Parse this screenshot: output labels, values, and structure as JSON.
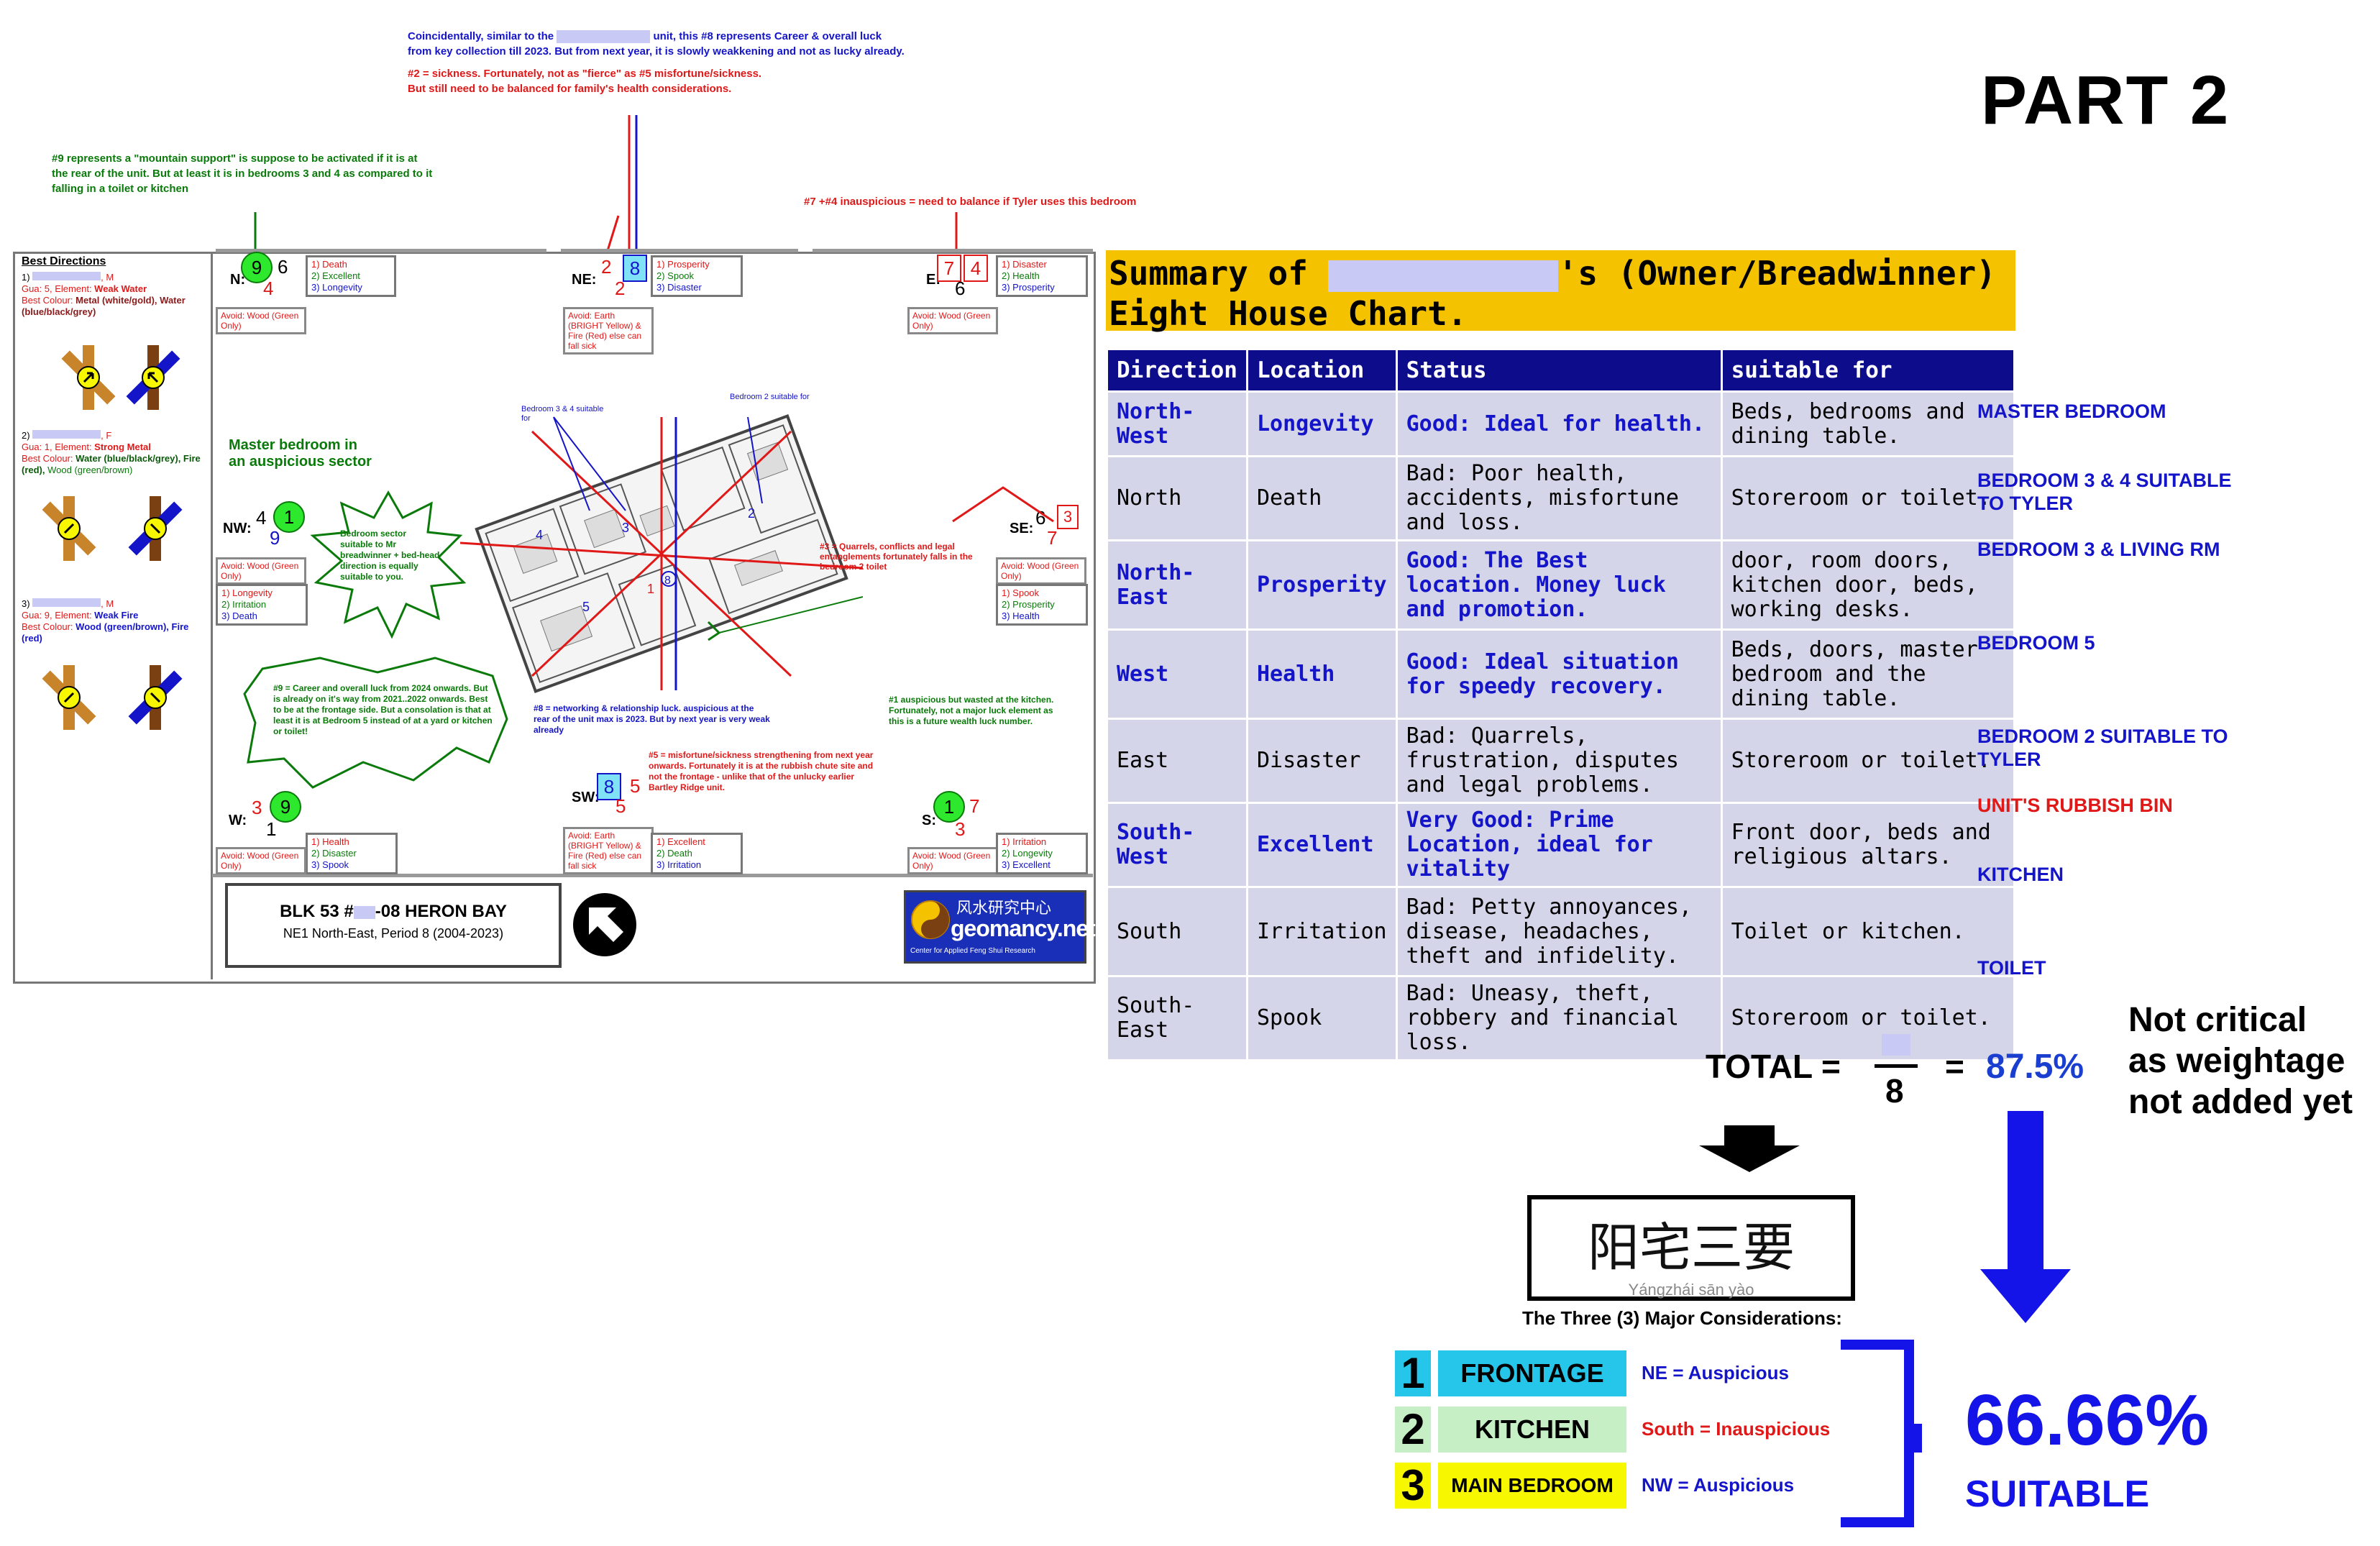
{
  "part_title": "PART 2",
  "top_notes": {
    "career_line1": "Coincidentally, similar to the",
    "career_line1b": "unit, this #8 represents Career & overall luck",
    "career_line2": "from key collection till 2023. But from next year, it is slowly weakkening and not as lucky already.",
    "sick_line1": "#2 = sickness. Fortunately, not as \"fierce\" as #5 misfortune/sickness.",
    "sick_line2": "But still need to be balanced for family's health considerations.",
    "mountain": "#9 represents a \"mountain support\" is suppose to be activated if it is at the rear of the unit. But at least it is in bedrooms 3 and 4  as compared to it falling in a toilet or kitchen",
    "seven_four": "#7 +#4 inauspicious = need to balance if Tyler uses this bedroom"
  },
  "best_directions": {
    "title": "Best Directions",
    "p1_name_suffix": ", M",
    "p1_gua": "Gua: 5, Element: ",
    "p1_elem": "Weak Water",
    "p1_colour_lbl": "Best Colour: ",
    "p1_colour": "Metal (white/gold), Water (blue/black/grey)",
    "p2_name_suffix": ", F",
    "p2_gua": "Gua: 1, Element: ",
    "p2_elem": "Strong Metal",
    "p2_colour_lbl": "Best Colour: ",
    "p2_colour_a": "Water (blue/black/grey), Fire (red), ",
    "p2_colour_b": "Wood (green/brown)",
    "p3_name_suffix": ", M",
    "p3_gua": "Gua: 9, Element: ",
    "p3_elem": "Weak Fire",
    "p3_colour_lbl": "Best Colour: ",
    "p3_colour": "Wood (green/brown), Fire (red)"
  },
  "sectors": {
    "N": {
      "label": "N:",
      "top": "9",
      "top2": "6",
      "bottom": "4",
      "stars": [
        "1) Death",
        "2) Excellent",
        "3) Longevity"
      ],
      "avoid": "Avoid: Wood (Green Only)"
    },
    "NE": {
      "label": "NE:",
      "top": "2",
      "top2": "8",
      "bottom": "2",
      "stars": [
        "1) Prosperity",
        "2) Spook",
        "3) Disaster"
      ],
      "avoid": "Avoid: Earth (BRIGHT Yellow) & Fire (Red) else can fall sick"
    },
    "E": {
      "label": "E:",
      "top": "7",
      "top2": "4",
      "bottom": "6",
      "stars": [
        "1) Disaster",
        "2) Health",
        "3) Prosperity"
      ],
      "avoid": "Avoid: Wood (Green Only)"
    },
    "NW": {
      "label": "NW:",
      "top": "4",
      "top2": "1",
      "bottom": "9",
      "stars": [
        "1) Longevity",
        "2) Irritation",
        "3) Death"
      ],
      "avoid": "Avoid: Wood (Green Only)"
    },
    "SE": {
      "label": "SE:",
      "top": "6",
      "top2": "3",
      "bottom": "7",
      "stars": [
        "1) Spook",
        "2) Prosperity",
        "3) Health"
      ],
      "avoid": "Avoid: Wood (Green Only)"
    },
    "W": {
      "label": "W:",
      "top": "3",
      "top2": "9",
      "bottom": "1",
      "stars": [
        "1) Health",
        "2) Disaster",
        "3) Spook"
      ],
      "avoid": "Avoid: Wood (Green Only)"
    },
    "SW": {
      "label": "SW:",
      "top": "8",
      "top2": "5",
      "bottom": "5",
      "stars": [
        "1) Excellent",
        "2) Death",
        "3) Irritation"
      ],
      "avoid": "Avoid: Earth (BRIGHT Yellow) & Fire (Red) else can fall sick"
    },
    "S": {
      "label": "S:",
      "top": "1",
      "top2": "7",
      "bottom": "3",
      "stars": [
        "1) Irritation",
        "2) Longevity",
        "3) Excellent"
      ],
      "avoid": "Avoid: Wood (Green Only)"
    }
  },
  "diagram_notes": {
    "master_bedroom": "Master bedroom in an auspicious sector",
    "bedroom_sector": "Bedroom sector suitable to Mr        breadwinner + bed-head direction is equally suitable to you.",
    "nine_career": "#9 = Career and overall luck from 2024 onwards. But is already on it's way from 2021..2022 onwards. Best to be at the frontage side. But a consolation is that at least it is at Bedroom 5 instead of at a yard or kitchen or toilet!",
    "eight_network": "#8 = networking & relationship luck. auspicious at the rear of the unit max is 2023. But by next year is very weak already",
    "five_misfortune": "#5 = misfortune/sickness strengthening from next year onwards. Fortunately it is at the rubbish chute site and not the frontage - unlike that of the unlucky earlier Bartley Ridge unit.",
    "one_auspicious": "#1 auspicious but wasted at the kitchen. Fortunately, not a major luck element as this is a future wealth luck number.",
    "three_quarrels": "#3 = Quarrels, conflicts and legal entanglements fortunately falls in the bedroom 2 toilet",
    "bed34": "Bedroom 3 & 4 suitable for",
    "bed2": "Bedroom 2 suitable for"
  },
  "footer": {
    "unit_a": "BLK 53 #",
    "unit_b": "-08 HERON BAY",
    "period": "NE1 North-East, Period 8 (2004-2023)",
    "logo_cn": "风水研究中心",
    "logo_en": "geomancy.net",
    "logo_sub": "Center for Applied Feng Shui Research"
  },
  "summary": {
    "title_a": "Summary of ",
    "title_b": "'s (Owner/Breadwinner)",
    "title_c": "Eight House Chart.",
    "headers": [
      "Direction",
      "Location",
      "Status",
      "suitable for"
    ],
    "rows": [
      {
        "direction": "North-West",
        "location": "Longevity",
        "status": "Good: Ideal for health.",
        "suitable": "Beds, bedrooms and dining table.",
        "good": true,
        "note": "MASTER BEDROOM",
        "note_color": "#1414c8"
      },
      {
        "direction": "North",
        "location": "Death",
        "status": "Bad: Poor health, accidents, misfortune and loss.",
        "suitable": "Storeroom or toilet.",
        "good": false,
        "note": "BEDROOM 3 & 4 SUITABLE TO TYLER",
        "note_color": "#1414c8"
      },
      {
        "direction": "North-East",
        "location": "Prosperity",
        "status": "Good: The Best location. Money luck and promotion.",
        "suitable": "door, room doors, kitchen door, beds, working desks.",
        "good": true,
        "note": "BEDROOM 3 & LIVING RM",
        "note_color": "#1414c8"
      },
      {
        "direction": "West",
        "location": "Health",
        "status": "Good: Ideal situation for speedy recovery.",
        "suitable": "Beds, doors, master bedroom and the dining table.",
        "good": true,
        "note": "BEDROOM 5",
        "note_color": "#1414c8"
      },
      {
        "direction": "East",
        "location": "Disaster",
        "status": "Bad: Quarrels, frustration, disputes and legal problems.",
        "suitable": "Storeroom or toilet.",
        "good": false,
        "note": "BEDROOM 2 SUITABLE TO TYLER",
        "note_color": "#1414c8"
      },
      {
        "direction": "South-West",
        "location": "Excellent",
        "status": "Very Good: Prime Location, ideal for vitality",
        "suitable": "Front door, beds and religious altars.",
        "good": true,
        "note": "UNIT'S RUBBISH BIN",
        "note_color": "#e01818"
      },
      {
        "direction": "South",
        "location": "Irritation",
        "status": "Bad: Petty annoyances, disease, headaches, theft and infidelity.",
        "suitable": "Toilet or kitchen.",
        "good": false,
        "note": "KITCHEN",
        "note_color": "#1414c8"
      },
      {
        "direction": "South-East",
        "location": "Spook",
        "status": "Bad: Uneasy, theft, robbery and financial loss.",
        "suitable": "Storeroom or toilet.",
        "good": false,
        "note": "TOILET",
        "note_color": "#1414c8"
      }
    ]
  },
  "total": {
    "label": "TOTAL =",
    "denominator": "8",
    "equals": "=",
    "percent": "87.5%",
    "not_critical": [
      "Not critical",
      "as weightage",
      "not added yet"
    ]
  },
  "yangzhai": {
    "chinese": "阳宅三要",
    "pinyin": "Yángzhái sān yào",
    "caption": "The Three (3) Major Considerations:"
  },
  "considerations": [
    {
      "num": "1",
      "label": "FRONTAGE",
      "result": "NE = Auspicious",
      "num_bg": "#26c6ea",
      "lbl_bg": "#26c6ea",
      "result_color": "#1414c8"
    },
    {
      "num": "2",
      "label": "KITCHEN",
      "result": "South = Inauspicious",
      "num_bg": "#c6efc6",
      "lbl_bg": "#c6efc6",
      "result_color": "#e01818"
    },
    {
      "num": "3",
      "label": "MAIN BEDROOM",
      "result": "NW = Auspicious",
      "num_bg": "#f7f700",
      "lbl_bg": "#f7f700",
      "result_color": "#1414c8"
    }
  ],
  "result": {
    "percent": "66.66%",
    "label": "SUITABLE"
  },
  "colors": {
    "blue": "#1414c8",
    "red": "#e01818",
    "green": "#0a7a0a",
    "gold": "#f5c200",
    "navy": "#0d0d8c",
    "cell": "#d4d5e8"
  },
  "icons": [
    "north-arrow-icon",
    "yin-yang-logo-icon",
    "down-arrow-icon",
    "bracket-icon"
  ]
}
